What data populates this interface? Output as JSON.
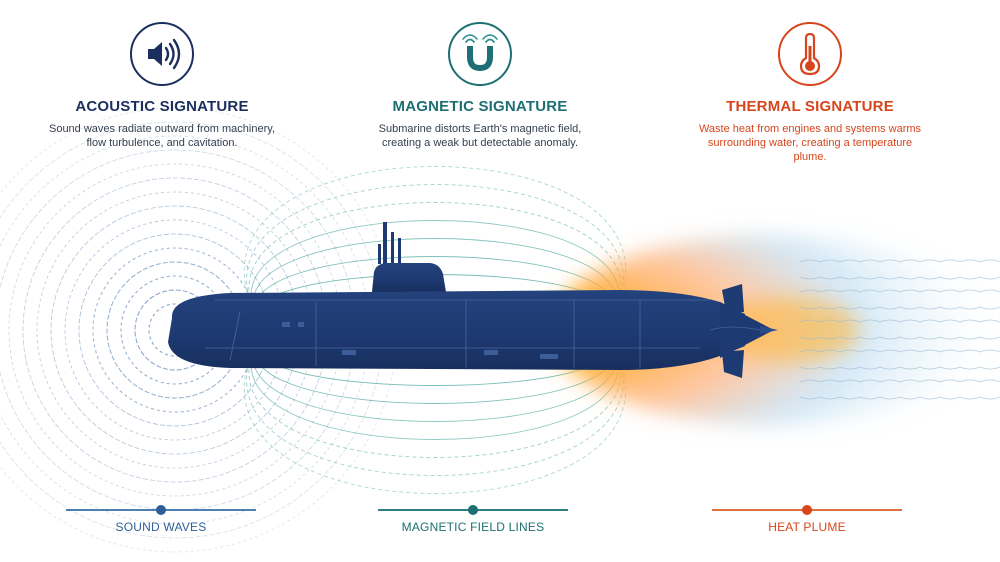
{
  "signatures": {
    "acoustic": {
      "title": "ACOUSTIC SIGNATURE",
      "description": "Sound waves radiate outward from machinery, flow turbulence, and cavitation.",
      "icon": "speaker-icon",
      "color": "#1b2f5e"
    },
    "magnetic": {
      "title": "MAGNETIC SIGNATURE",
      "description": "Submarine distorts Earth's magnetic field, creating a weak but detectable anomaly.",
      "icon": "magnet-icon",
      "color": "#1d6f73"
    },
    "thermal": {
      "title": "THERMAL SIGNATURE",
      "description": "Waste heat from engines and systems warms surrounding water, creating a temperature plume.",
      "icon": "thermometer-icon",
      "color": "#d7451c"
    }
  },
  "legend": {
    "sound_waves": "SOUND WAVES",
    "magnetic_field_lines": "MAGNETIC FIELD LINES",
    "heat_plume": "HEAT PLUME"
  },
  "colors": {
    "hull": "#1e3a72",
    "hull_detail": "#3b5e9a",
    "sound_wave": "#7a9cc4",
    "field_line": "#4aa79c",
    "heat_hot": "#ff9a1f",
    "heat_cool": "#7bbde6"
  }
}
